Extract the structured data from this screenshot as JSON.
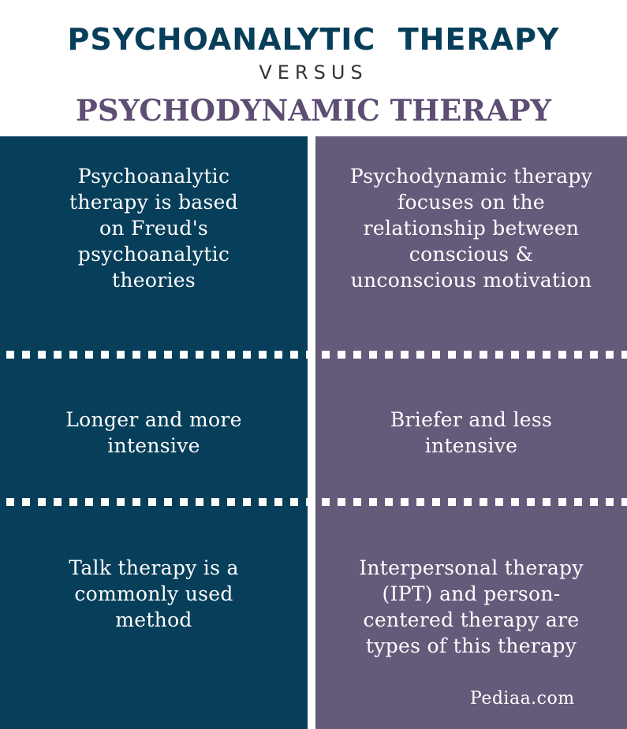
{
  "header": {
    "title_top": "PSYCHOANALYTIC  THERAPY",
    "versus": "VERSUS",
    "title_bottom": "PSYCHODYNAMIC THERAPY"
  },
  "colors": {
    "left_panel": "#073f5a",
    "right_panel": "#665a7b",
    "title_top": "#073f5a",
    "title_bottom": "#5e4e74"
  },
  "rows": [
    {
      "left": "Psychoanalytic therapy is based on Freud's psychoanalytic theories",
      "right": "Psychodynamic therapy focuses on the relationship between conscious & unconscious motivation"
    },
    {
      "left": "Longer and more intensive",
      "right": "Briefer and less intensive"
    },
    {
      "left": "Talk therapy is a commonly used method",
      "right": "Interpersonal therapy (IPT) and person-centered therapy are types of this therapy"
    }
  ],
  "footer": {
    "logo": "Pediaa.com"
  }
}
